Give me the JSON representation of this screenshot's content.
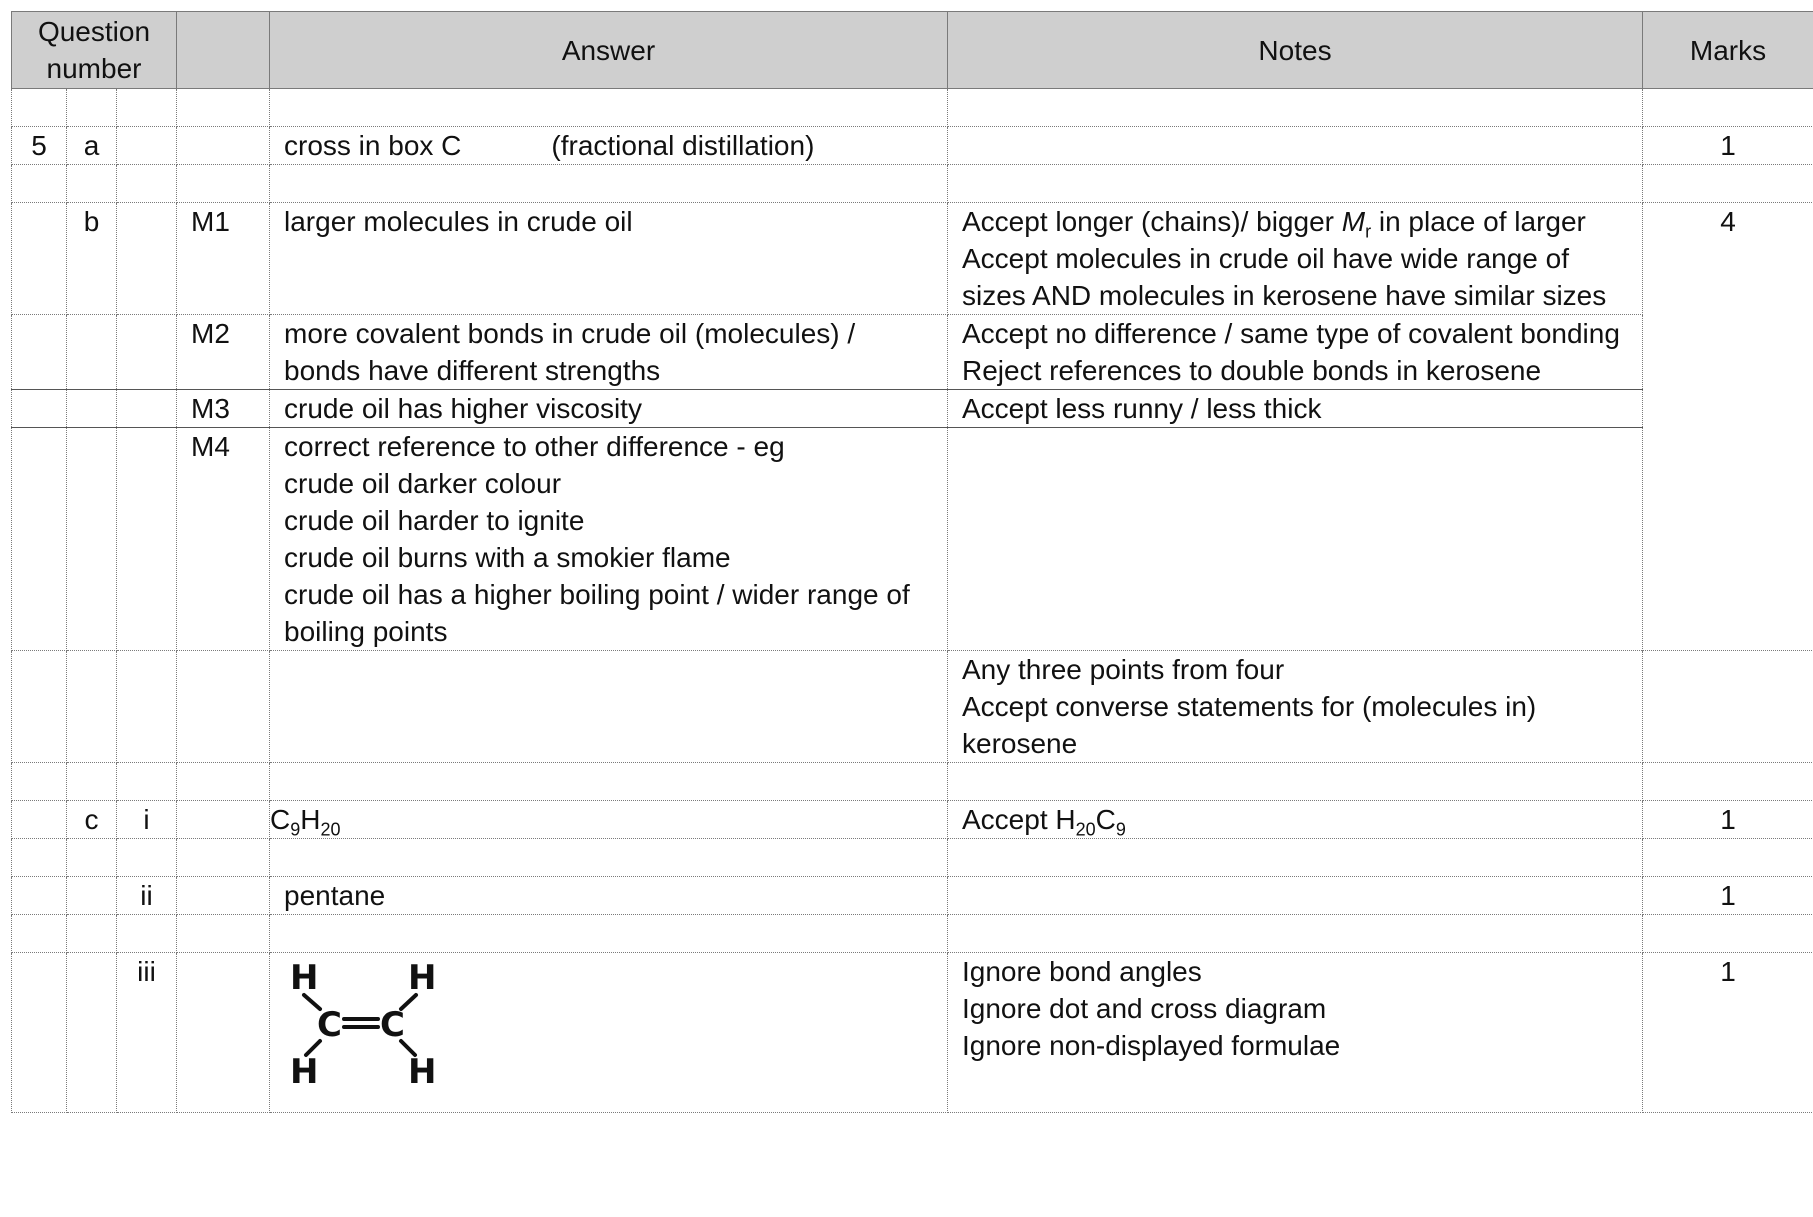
{
  "header": {
    "question_number": "Question number",
    "answer": "Answer",
    "notes": "Notes",
    "marks": "Marks"
  },
  "rows": {
    "r5a": {
      "num": "5",
      "part": "a",
      "answer": "cross in box C",
      "answer_extra": "(fractional distillation)",
      "marks": "1"
    },
    "m1": {
      "part": "b",
      "label": "M1",
      "answer": "larger molecules in crude oil",
      "notes_1a": "Accept longer (chains)/ bigger ",
      "notes_1_mr": "M",
      "notes_1_sub": "r",
      "notes_1b": " in place of larger",
      "notes_2": "Accept molecules in crude oil have wide range of sizes AND molecules in kerosene have similar sizes",
      "marks": "4"
    },
    "m2": {
      "label": "M2",
      "answer": "more covalent bonds in crude oil (molecules) / bonds have different strengths",
      "notes_1": "Accept no difference / same type of covalent bonding",
      "notes_2": "Reject references to double bonds in kerosene"
    },
    "m3": {
      "label": "M3",
      "answer": "crude oil has higher viscosity",
      "notes": "Accept less runny / less thick"
    },
    "m4": {
      "label": "M4",
      "lines": [
        "correct reference to other difference - eg",
        "crude oil darker colour",
        "crude oil harder to ignite",
        "crude oil burns with a smokier flame",
        "crude oil has a higher boiling point / wider range of boiling points"
      ]
    },
    "b_notes": {
      "lines": [
        "Any three points from four",
        "Accept converse statements for (molecules in) kerosene"
      ]
    },
    "ci": {
      "part": "c",
      "sub": "i",
      "answer_c": "C",
      "answer_9": "9",
      "answer_h": "H",
      "answer_20": "20",
      "notes_prefix": "Accept ",
      "notes_h": "H",
      "notes_20": "20",
      "notes_c": "C",
      "notes_9": "9",
      "marks": "1"
    },
    "cii": {
      "sub": "ii",
      "answer": "pentane",
      "marks": "1"
    },
    "ciii": {
      "sub": "iii",
      "marks": "1",
      "atoms": {
        "h": "H",
        "c": "C"
      },
      "notes": [
        "Ignore bond angles",
        "Ignore dot and cross diagram",
        "Ignore non-displayed formulae"
      ]
    }
  }
}
